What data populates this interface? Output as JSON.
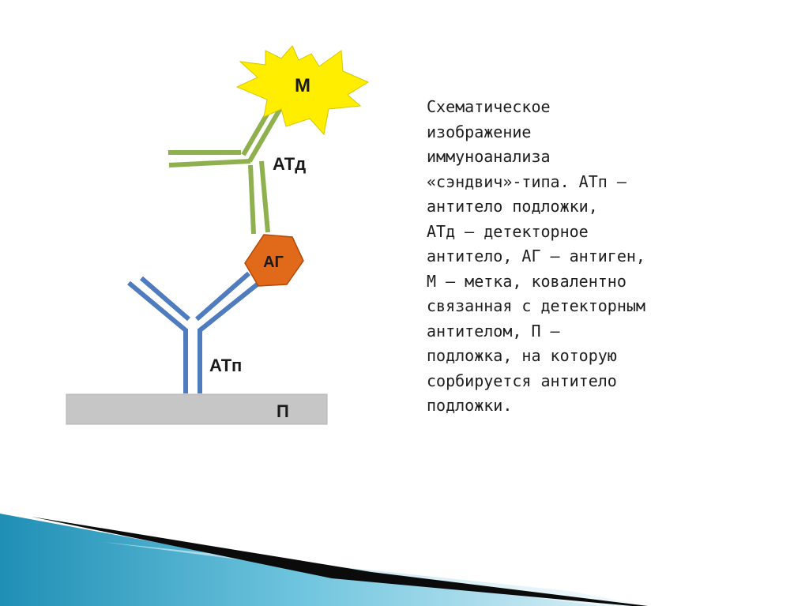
{
  "diagram": {
    "labels": {
      "label": "М",
      "detector_antibody": "АТд",
      "antigen": "АГ",
      "capture_antibody": "АТп",
      "substrate": "П"
    }
  },
  "caption": " Схематическое\nизображение\nиммуноанализа\n«сэндвич»-типа. АТп —\nантитело подложки,\nАТд — детекторное\nантитело, АГ — антиген,\nМ — метка, ковалентно\nсвязанная с детекторным\nантителом, П —\nподложка, на которую\nсорбируется антитело\nподложки.",
  "colors": {
    "capture_antibody": "#4f7bbf",
    "detector_antibody": "#8fb04e",
    "antigen": "#e06a1a",
    "label_star": "#ffee00",
    "substrate": "#c6c6c6",
    "accent_dark": "#0b0b0b",
    "accent_teal": "#2aa1c4"
  }
}
